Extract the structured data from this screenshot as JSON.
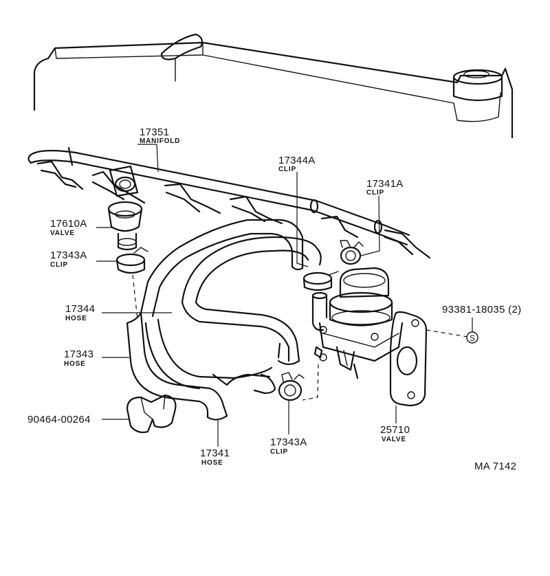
{
  "labels": {
    "manifold": {
      "number": "17351",
      "name": "MANIFOLD"
    },
    "clip_17344a": {
      "number": "17344A",
      "name": "CLIP"
    },
    "clip_17341a": {
      "number": "17341A",
      "name": "CLIP"
    },
    "valve_17610a": {
      "number": "17610A",
      "name": "VALVE"
    },
    "clip_17343a_upper": {
      "number": "17343A",
      "name": "CLIP"
    },
    "hose_17344": {
      "number": "17344",
      "name": "HOSE"
    },
    "bolt_93381": {
      "number": "93381-18035 (2)"
    },
    "hose_17343": {
      "number": "17343",
      "name": "HOSE"
    },
    "clamp_90464": {
      "number": "90464-00264"
    },
    "valve_25710": {
      "number": "25710",
      "name": "VALVE"
    },
    "clip_17343a_lower": {
      "number": "17343A",
      "name": "CLIP"
    },
    "hose_17341": {
      "number": "17341",
      "name": "HOSE"
    },
    "bolt_symbol": "S",
    "diagram_code": "MA 7142"
  }
}
